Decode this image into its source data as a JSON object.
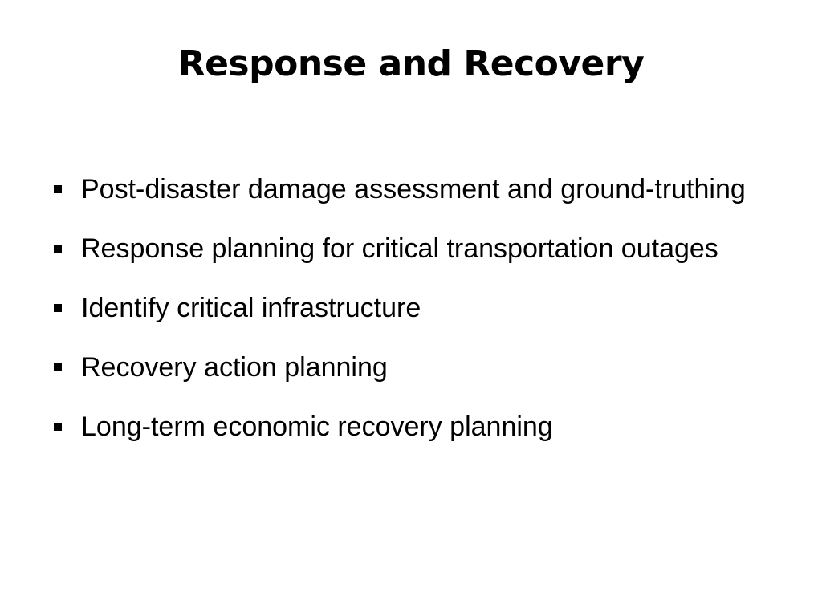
{
  "slide": {
    "title": "Response and Recovery",
    "bullets": [
      "Post-disaster damage assessment and ground-truthing",
      "Response planning for critical transportation outages",
      "Identify critical infrastructure",
      "Recovery action planning",
      "Long-term economic recovery planning"
    ],
    "bullet_icon": "square-bullet-icon",
    "colors": {
      "background": "#ffffff",
      "text": "#000000"
    }
  }
}
